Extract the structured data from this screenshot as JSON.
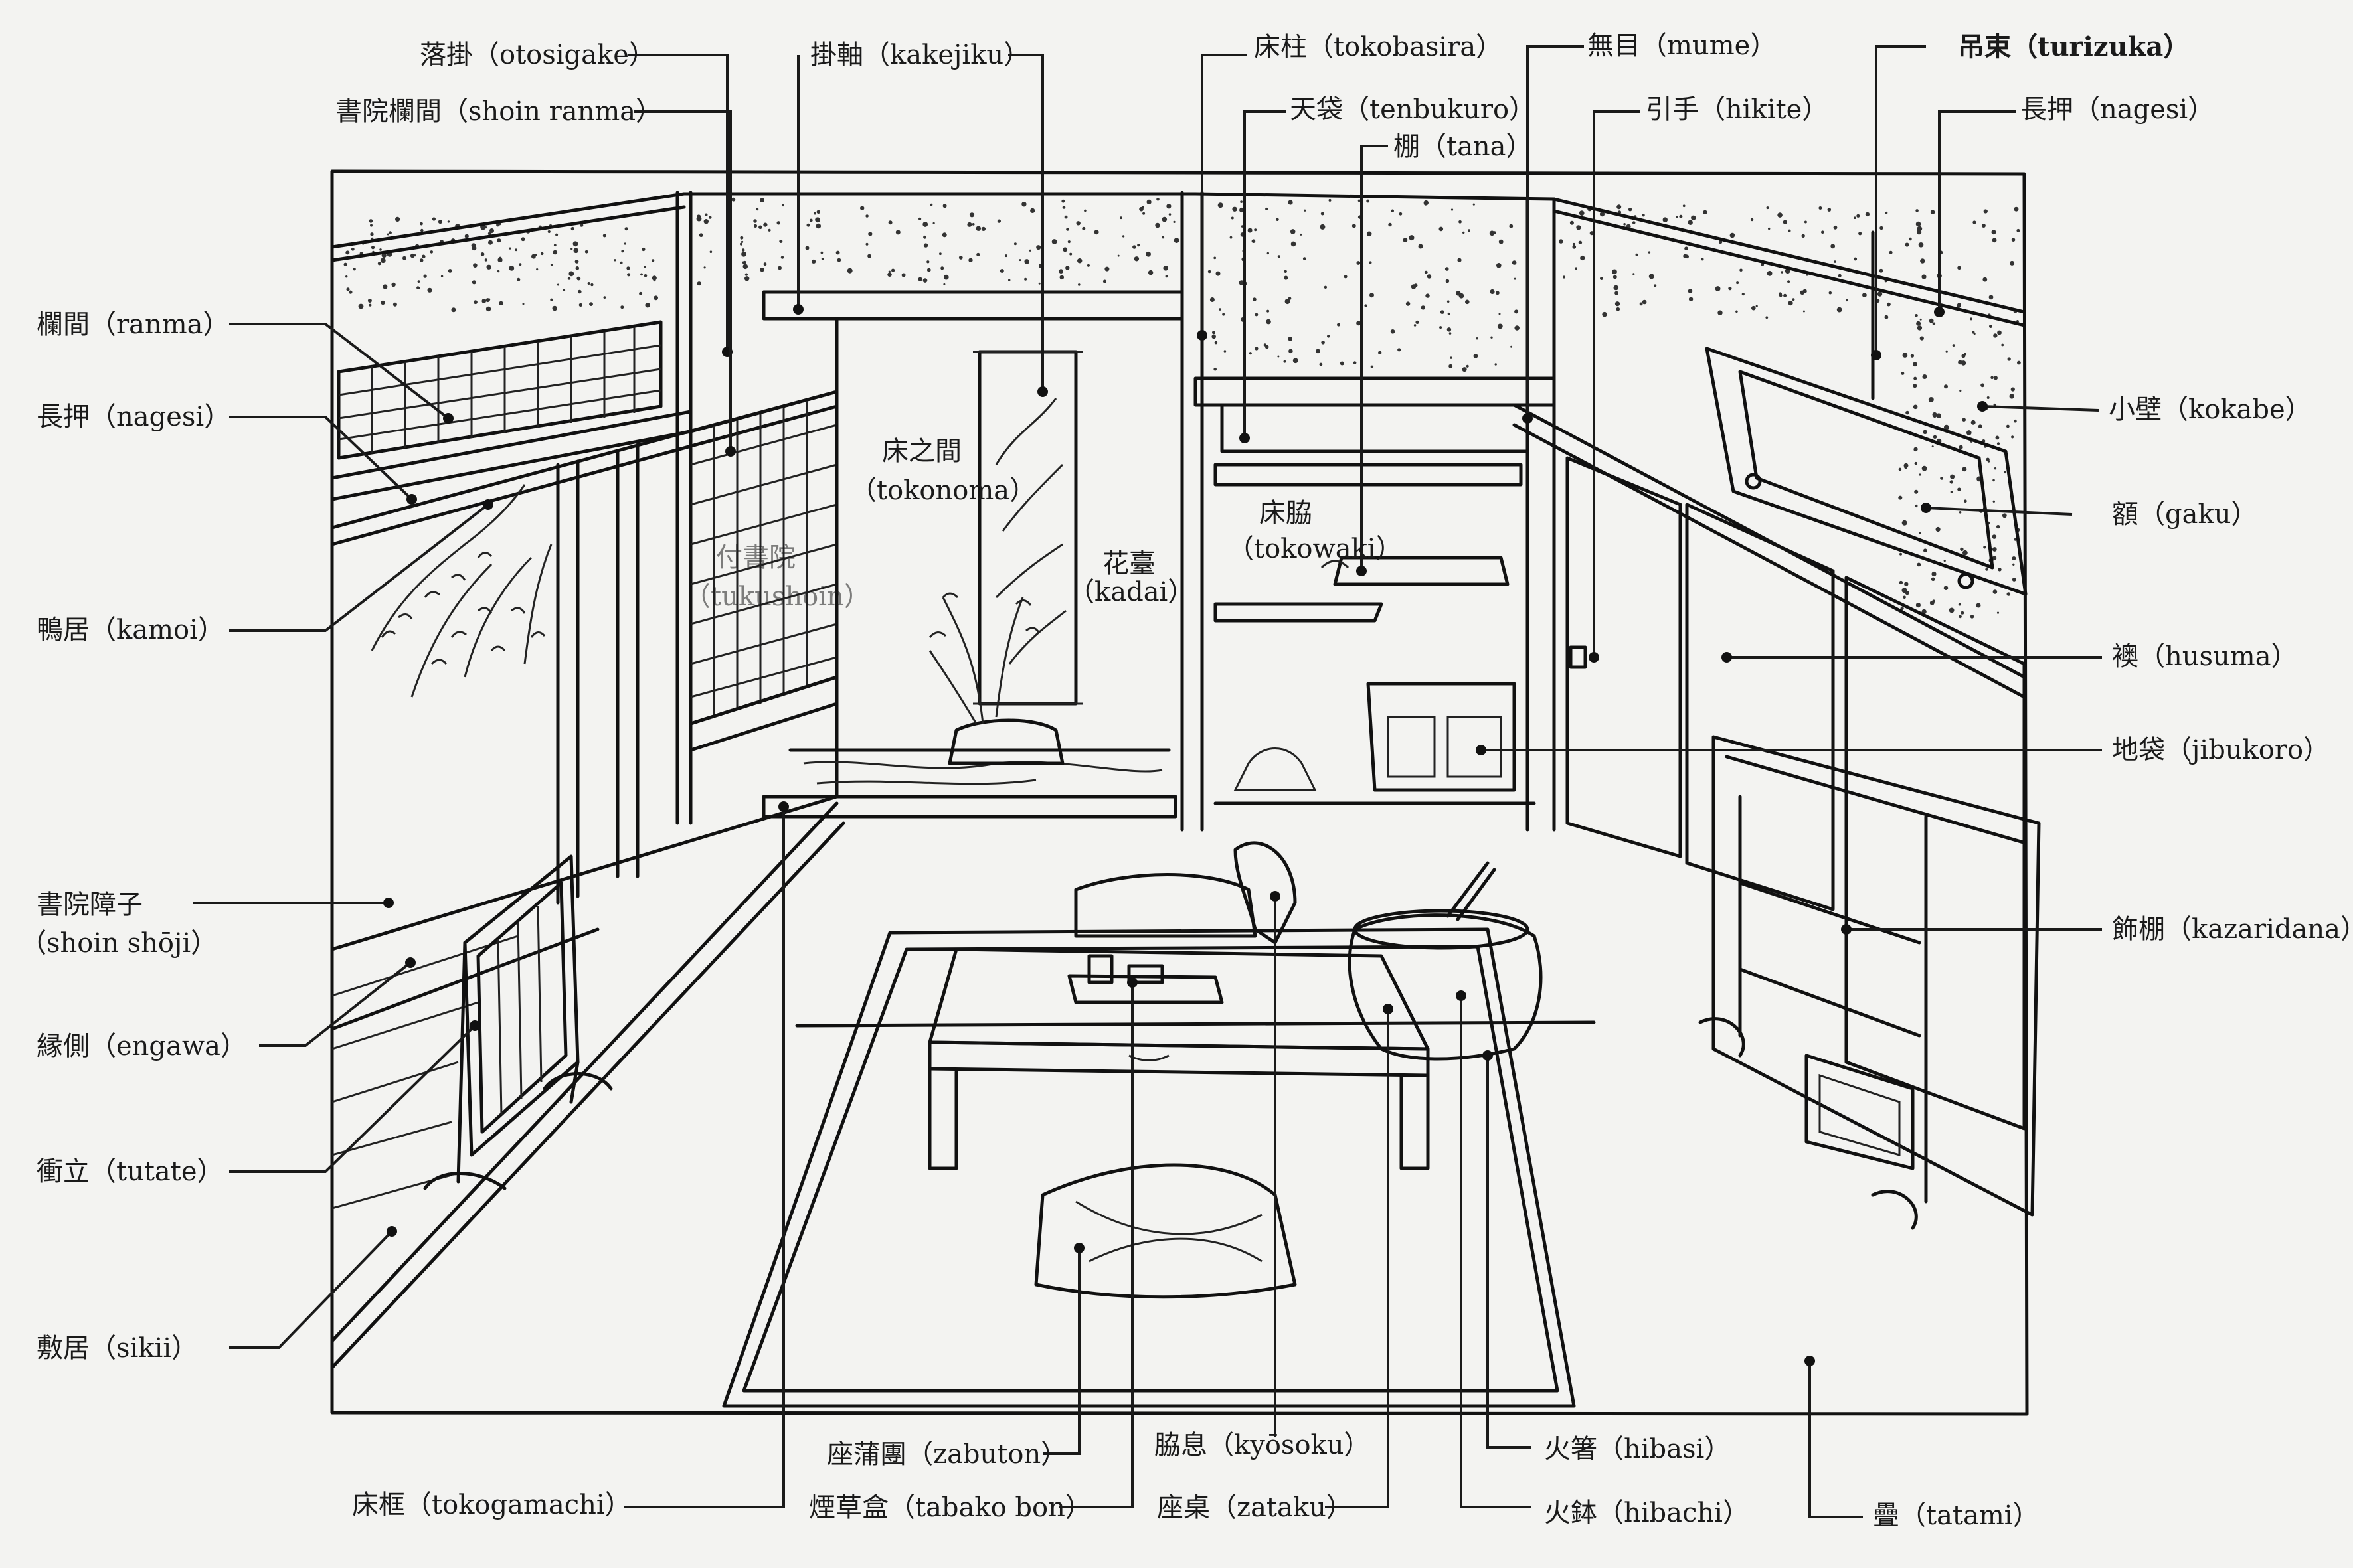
{
  "labels": {
    "otosigake": "落掛（otosigake）",
    "shoin_ranma": "書院欄間（shoin ranma）",
    "kakejiku": "掛軸（kakejiku）",
    "tokobasira": "床柱（tokobasira）",
    "tenbukuro": "天袋（tenbukuro）",
    "tana": "棚（tana）",
    "mume": "無目（mume）",
    "hikite": "引手（hikite）",
    "turizuka": "吊束（turizuka）",
    "nagesi_right": "長押（nagesi）",
    "ranma": "欄間（ranma）",
    "nagesi_left": "長押（nagesi）",
    "kamoi": "鴨居（kamoi）",
    "shoin_shoji_1": "書院障子",
    "shoin_shoji_2": "（shoin shōji）",
    "engawa": "縁側（engawa）",
    "tutate": "衝立（tutate）",
    "sikii": "敷居（sikii）",
    "kokabe": "小壁（kokabe）",
    "gaku": "額（gaku）",
    "husuma": "襖（husuma）",
    "jibukoro": "地袋（jibukoro）",
    "kazaridana": "飾棚（kazaridana）",
    "tokonoma_1": "床之間",
    "tokonoma_2": "（tokonoma）",
    "tukushoin_1": "付書院",
    "tukushoin_2": "（tukushoin）",
    "tokowaki_1": "床脇",
    "tokowaki_2": "（tokowaki）",
    "kadai_1": "花臺",
    "kadai_2": "（kadai）",
    "zabuton": "座蒲團（zabuton）",
    "kyosoku": "脇息（kyōsoku）",
    "hibasi": "火箸（hibasi）",
    "tokogamachi": "床框（tokogamachi）",
    "tabako_bon": "煙草盒（tabako bon）",
    "zataku": "座桌（zataku）",
    "hibachi": "火鉢（hibachi）",
    "tatami": "疊（tatami）"
  },
  "colors": {
    "paper": "#f3f3f1",
    "ink": "#1a1a1a"
  }
}
